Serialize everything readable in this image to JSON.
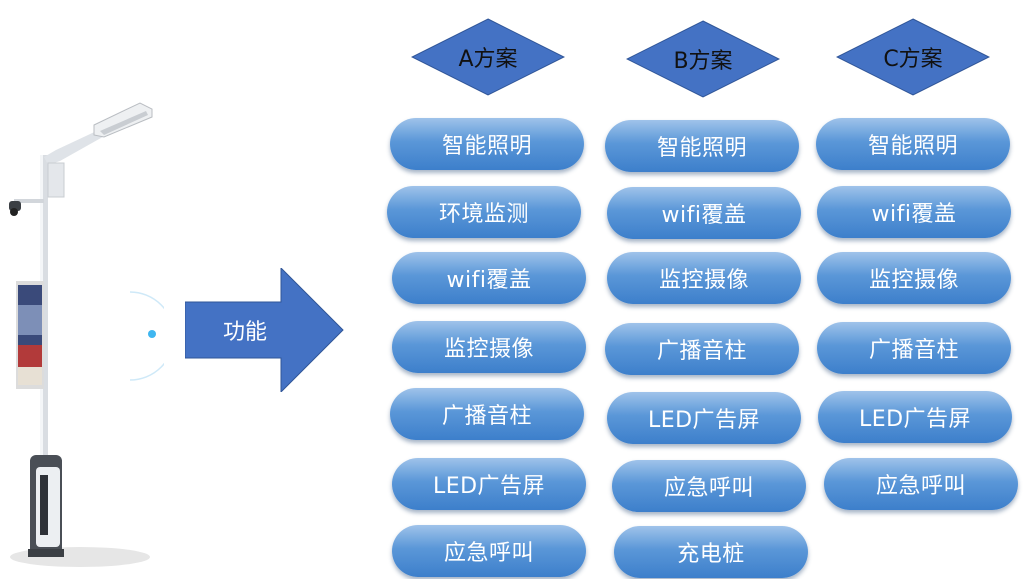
{
  "function_arrow": {
    "label": "功能"
  },
  "plans": [
    {
      "name": "A方案",
      "features": [
        "智能照明",
        "环境监测",
        "wifi覆盖",
        "监控摄像",
        "广播音柱",
        "LED广告屏",
        "应急呼叫"
      ]
    },
    {
      "name": "B方案",
      "features": [
        "智能照明",
        "wifi覆盖",
        "监控摄像",
        "广播音柱",
        "LED广告屏",
        "应急呼叫",
        "充电桩"
      ]
    },
    {
      "name": "C方案",
      "features": [
        "智能照明",
        "wifi覆盖",
        "监控摄像",
        "广播音柱",
        "LED广告屏",
        "应急呼叫"
      ]
    }
  ],
  "colors": {
    "diamond_fill": "#4472c4",
    "arrow_fill": "#4472c4",
    "pill_top": "#9fc3ea",
    "pill_bottom": "#3d7fcb"
  },
  "icons": [
    "smart-light-pole-image"
  ]
}
